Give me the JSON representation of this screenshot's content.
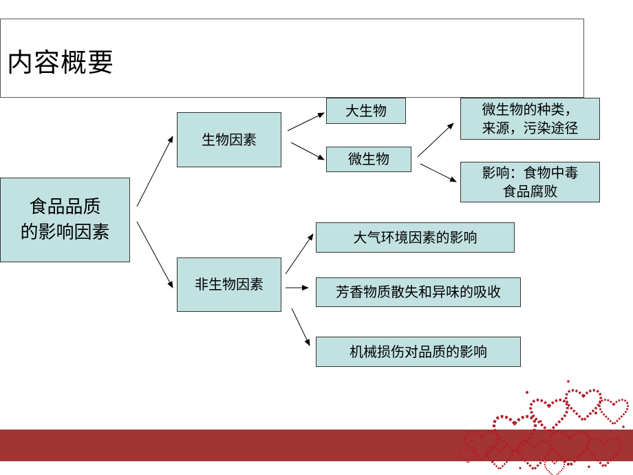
{
  "title": "内容概要",
  "nodes": {
    "root": "食品品质\n的影响因素",
    "bio": "生物因素",
    "abio": "非生物因素",
    "macro": "大生物",
    "micro": "微生物",
    "micro_types": "微生物的种类，\n来源，污染途径",
    "effects": "影响：食物中毒\n    食品腐败",
    "atmos": "大气环境因素的影响",
    "aroma": "芳香物质散失和异味的吸收",
    "mech": "机械损伤对品质的影响"
  },
  "colors": {
    "node_fill": "#c2e1e1",
    "footer": "#a23434",
    "decoration": "#b0202a"
  },
  "icons": {
    "decoration": "hearts-decoration-icon"
  }
}
